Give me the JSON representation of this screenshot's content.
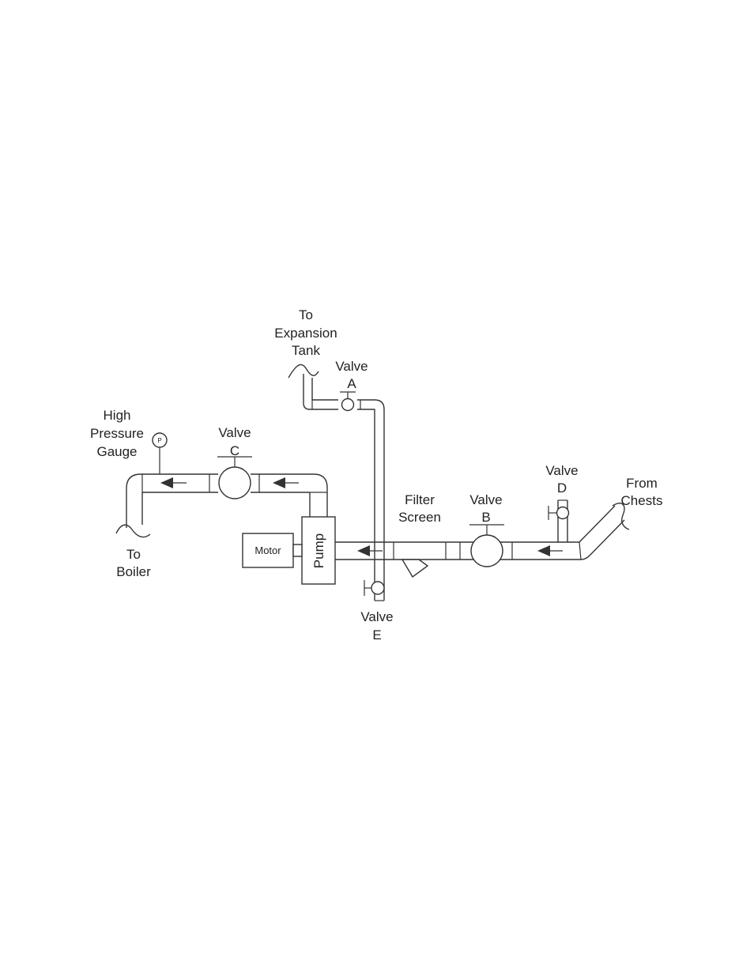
{
  "labels": {
    "to_expansion_tank": [
      "To",
      "Expansion",
      "Tank"
    ],
    "valve_a": [
      "Valve",
      "A"
    ],
    "high_pressure_gauge": [
      "High",
      "Pressure",
      "Gauge"
    ],
    "gauge_symbol": "P",
    "valve_c": [
      "Valve",
      "C"
    ],
    "valve_d": [
      "Valve",
      "D"
    ],
    "from_chests": [
      "From",
      "Chests"
    ],
    "filter_screen": [
      "Filter",
      "Screen"
    ],
    "valve_b": [
      "Valve",
      "B"
    ],
    "to_boiler": [
      "To",
      "Boiler"
    ],
    "motor": "Motor",
    "pump": "Pump",
    "valve_e": [
      "Valve",
      "E"
    ]
  },
  "colors": {
    "line": "#333333",
    "text": "#222222",
    "background": "#ffffff"
  }
}
